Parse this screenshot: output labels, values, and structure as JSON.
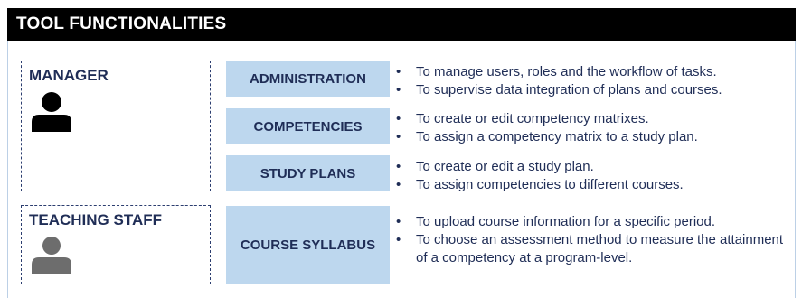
{
  "title": "TOOL FUNCTIONALITIES",
  "roles": [
    {
      "label": "MANAGER",
      "icon": "person-icon",
      "icon_color": "#000000"
    },
    {
      "label": "TEACHING STAFF",
      "icon": "person-icon",
      "icon_color": "#6d6d6d"
    }
  ],
  "functions": [
    {
      "label": "ADMINISTRATION",
      "bullets": [
        "To manage users, roles and the workflow of tasks.",
        "To supervise data integration of plans and courses."
      ]
    },
    {
      "label": "COMPETENCIES",
      "bullets": [
        "To create or edit competency matrixes.",
        "To assign a competency matrix to a study plan."
      ]
    },
    {
      "label": "STUDY PLANS",
      "bullets": [
        "To create or edit a study plan.",
        "To assign competencies to different courses."
      ]
    },
    {
      "label": "COURSE SYLLABUS",
      "bullets": [
        "To upload course information for a specific period.",
        "To choose an assessment method to measure the attainment of a competency at a program-level."
      ]
    }
  ],
  "colors": {
    "title_bg": "#000000",
    "box_fill": "#bdd7ee",
    "text": "#1f2d56"
  }
}
